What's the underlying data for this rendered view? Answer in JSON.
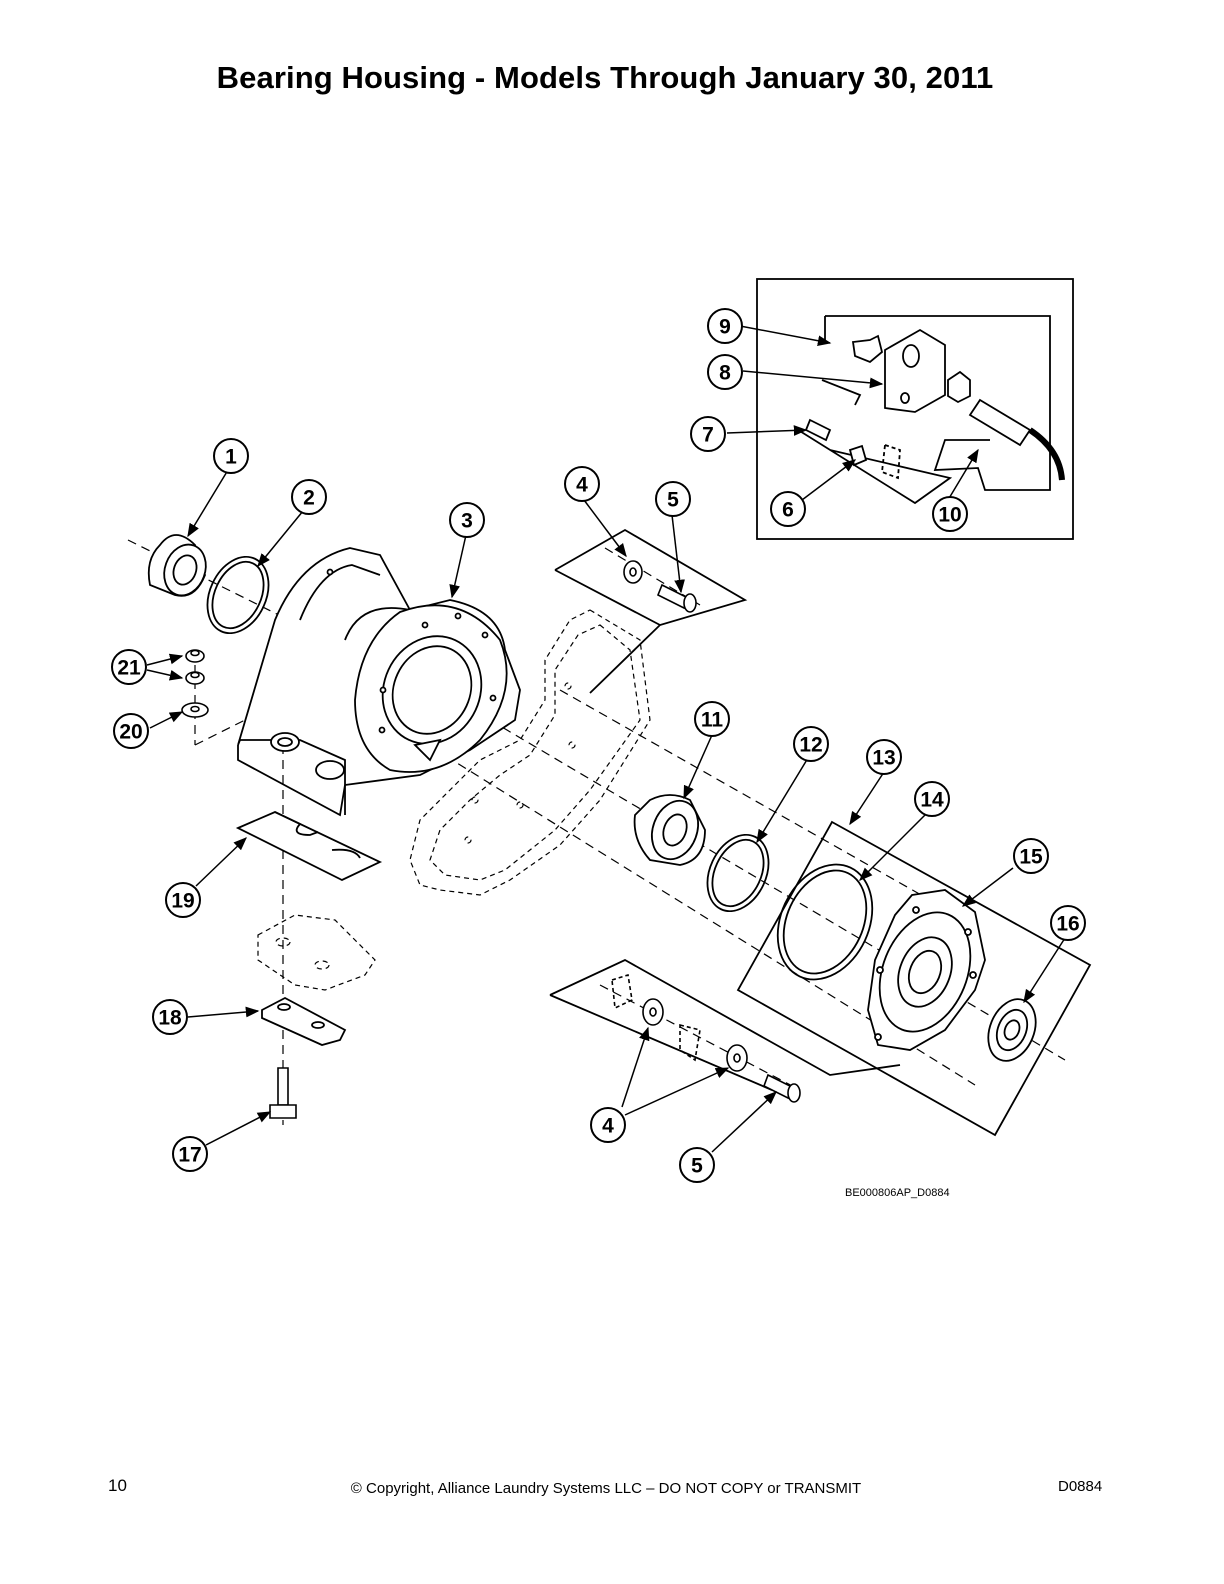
{
  "title": "Bearing Housing - Models Through January 30, 2011",
  "drawing_code": "BE000806AP_D0884",
  "footer": {
    "page_number": "10",
    "copyright": "© Copyright, Alliance Laundry Systems LLC – DO NOT COPY or TRANSMIT",
    "doc_code": "D0884"
  },
  "callouts": {
    "c1": "1",
    "c2": "2",
    "c3": "3",
    "c4a": "4",
    "c5a": "5",
    "c6": "6",
    "c7": "7",
    "c8": "8",
    "c9": "9",
    "c10": "10",
    "c11": "11",
    "c12": "12",
    "c13": "13",
    "c14": "14",
    "c15": "15",
    "c16": "16",
    "c17": "17",
    "c18": "18",
    "c19": "19",
    "c20": "20",
    "c21": "21",
    "c4b": "4",
    "c5b": "5"
  }
}
